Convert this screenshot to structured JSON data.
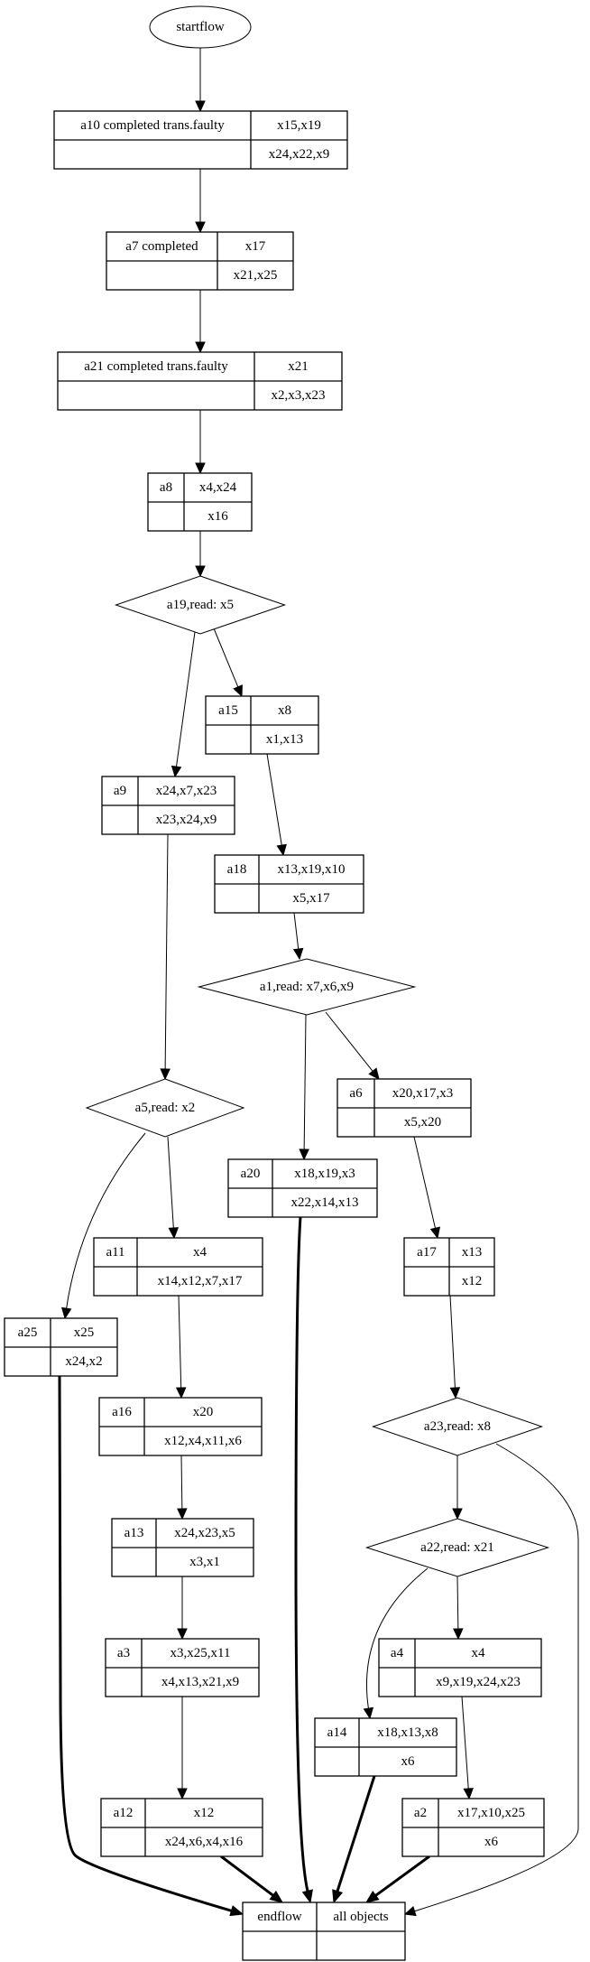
{
  "colors": {
    "stroke": "#000000",
    "background": "#ffffff"
  },
  "nodes": {
    "start": {
      "shape": "ellipse",
      "label": "startflow"
    },
    "a10": {
      "shape": "record",
      "name": "a10  completed trans.faulty",
      "top": "x15,x19",
      "bottom": "x24,x22,x9"
    },
    "a7": {
      "shape": "record",
      "name": "a7  completed",
      "top": "x17",
      "bottom": "x21,x25"
    },
    "a21": {
      "shape": "record",
      "name": "a21  completed trans.faulty",
      "top": "x21",
      "bottom": "x2,x3,x23"
    },
    "a8": {
      "shape": "record",
      "name": "a8",
      "top": "x4,x24",
      "bottom": "x16"
    },
    "a19": {
      "shape": "diamond",
      "label": "a19,read: x5"
    },
    "a15": {
      "shape": "record",
      "name": "a15",
      "top": "x8",
      "bottom": "x1,x13"
    },
    "a9": {
      "shape": "record",
      "name": "a9",
      "top": "x24,x7,x23",
      "bottom": "x23,x24,x9"
    },
    "a18": {
      "shape": "record",
      "name": "a18",
      "top": "x13,x19,x10",
      "bottom": "x5,x17"
    },
    "a1": {
      "shape": "diamond",
      "label": "a1,read: x7,x6,x9"
    },
    "a5": {
      "shape": "diamond",
      "label": "a5,read: x2"
    },
    "a6": {
      "shape": "record",
      "name": "a6",
      "top": "x20,x17,x3",
      "bottom": "x5,x20"
    },
    "a20": {
      "shape": "record",
      "name": "a20",
      "top": "x18,x19,x3",
      "bottom": "x22,x14,x13"
    },
    "a11": {
      "shape": "record",
      "name": "a11",
      "top": "x4",
      "bottom": "x14,x12,x7,x17"
    },
    "a17": {
      "shape": "record",
      "name": "a17",
      "top": "x13",
      "bottom": "x12"
    },
    "a25": {
      "shape": "record",
      "name": "a25",
      "top": "x25",
      "bottom": "x24,x2"
    },
    "a16": {
      "shape": "record",
      "name": "a16",
      "top": "x20",
      "bottom": "x12,x4,x11,x6"
    },
    "a23": {
      "shape": "diamond",
      "label": "a23,read: x8"
    },
    "a13": {
      "shape": "record",
      "name": "a13",
      "top": "x24,x23,x5",
      "bottom": "x3,x1"
    },
    "a22": {
      "shape": "diamond",
      "label": "a22,read: x21"
    },
    "a3": {
      "shape": "record",
      "name": "a3",
      "top": "x3,x25,x11",
      "bottom": "x4,x13,x21,x9"
    },
    "a4": {
      "shape": "record",
      "name": "a4",
      "top": "x4",
      "bottom": "x9,x19,x24,x23"
    },
    "a14": {
      "shape": "record",
      "name": "a14",
      "top": "x18,x13,x8",
      "bottom": "x6"
    },
    "a12": {
      "shape": "record",
      "name": "a12",
      "top": "x12",
      "bottom": "x24,x6,x4,x16"
    },
    "a2": {
      "shape": "record",
      "name": "a2",
      "top": "x17,x10,x25",
      "bottom": "x6"
    },
    "end": {
      "shape": "record",
      "name": "endflow",
      "top": "all objects",
      "bottom": ""
    }
  },
  "edges": [
    {
      "from": "start",
      "to": "a10",
      "bold": false
    },
    {
      "from": "a10",
      "to": "a7",
      "bold": false
    },
    {
      "from": "a7",
      "to": "a21",
      "bold": false
    },
    {
      "from": "a21",
      "to": "a8",
      "bold": false
    },
    {
      "from": "a8",
      "to": "a19",
      "bold": false
    },
    {
      "from": "a19",
      "to": "a9",
      "bold": false
    },
    {
      "from": "a19",
      "to": "a15",
      "bold": false
    },
    {
      "from": "a15",
      "to": "a18",
      "bold": false
    },
    {
      "from": "a9",
      "to": "a5",
      "bold": false
    },
    {
      "from": "a18",
      "to": "a1",
      "bold": false
    },
    {
      "from": "a1",
      "to": "a20",
      "bold": false
    },
    {
      "from": "a1",
      "to": "a6",
      "bold": false
    },
    {
      "from": "a5",
      "to": "a25",
      "bold": false
    },
    {
      "from": "a5",
      "to": "a11",
      "bold": false
    },
    {
      "from": "a6",
      "to": "a17",
      "bold": false
    },
    {
      "from": "a20",
      "to": "end",
      "bold": true
    },
    {
      "from": "a11",
      "to": "a16",
      "bold": false
    },
    {
      "from": "a17",
      "to": "a23",
      "bold": false
    },
    {
      "from": "a16",
      "to": "a13",
      "bold": false
    },
    {
      "from": "a13",
      "to": "a3",
      "bold": false
    },
    {
      "from": "a3",
      "to": "a12",
      "bold": false
    },
    {
      "from": "a23",
      "to": "a22",
      "bold": false
    },
    {
      "from": "a23",
      "to": "end",
      "bold": false
    },
    {
      "from": "a22",
      "to": "a4",
      "bold": false
    },
    {
      "from": "a22",
      "to": "a14",
      "bold": false
    },
    {
      "from": "a4",
      "to": "a2",
      "bold": false
    },
    {
      "from": "a25",
      "to": "end",
      "bold": true
    },
    {
      "from": "a12",
      "to": "end",
      "bold": true
    },
    {
      "from": "a14",
      "to": "end",
      "bold": true
    },
    {
      "from": "a2",
      "to": "end",
      "bold": true
    }
  ]
}
